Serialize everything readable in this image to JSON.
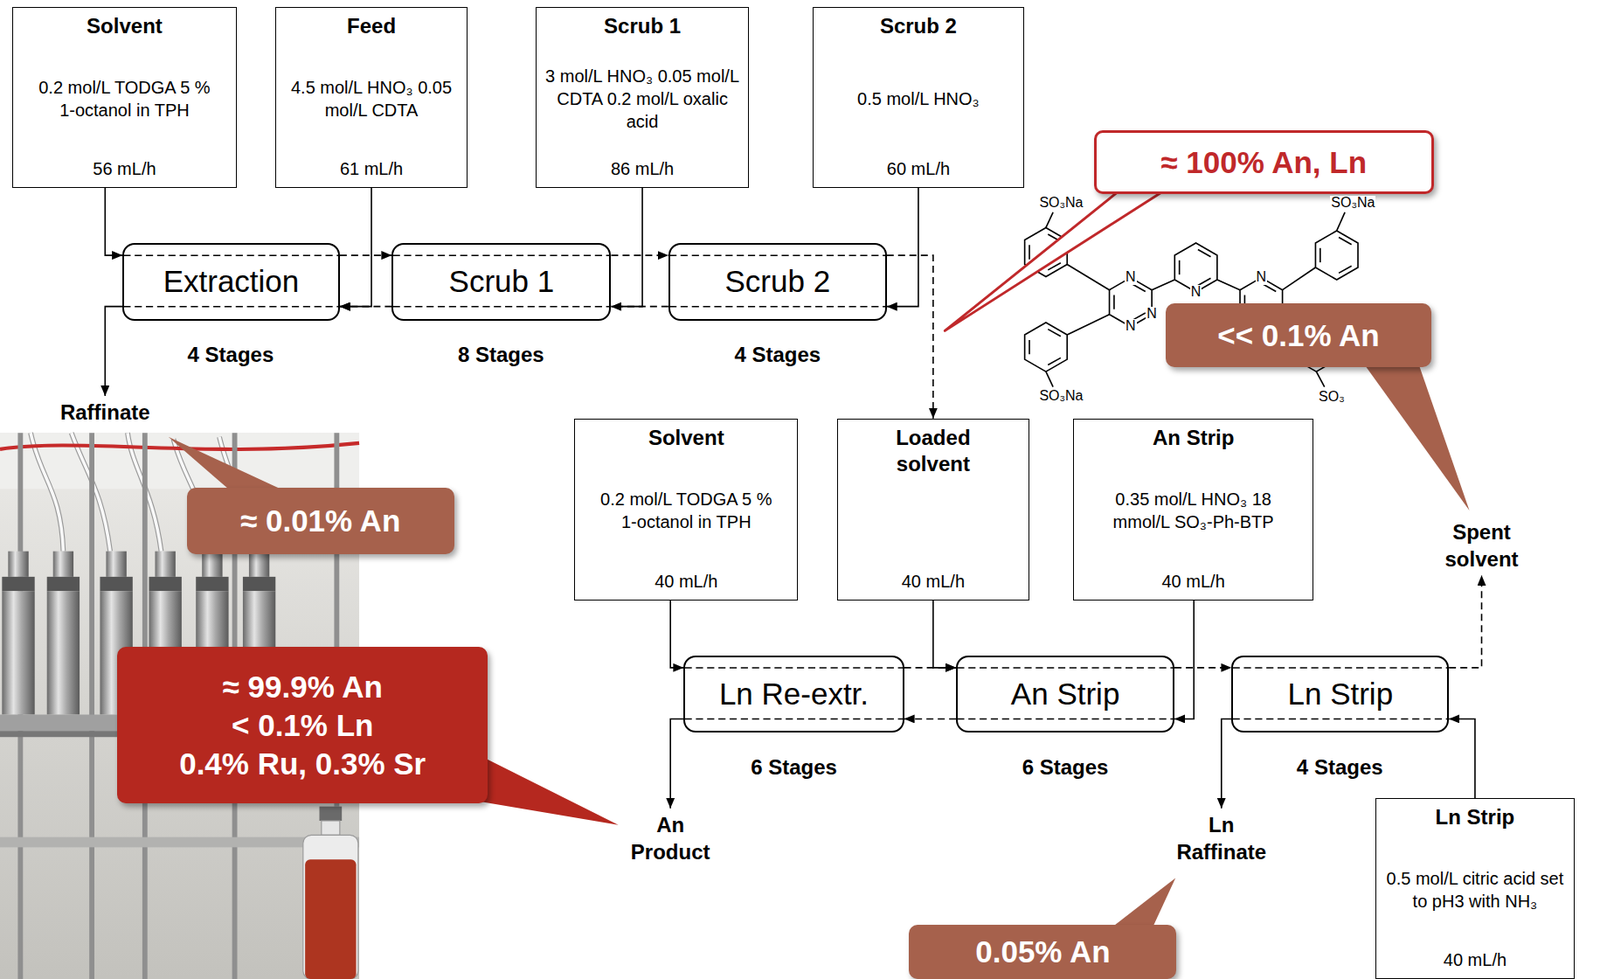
{
  "diagram": {
    "nodes": [
      {
        "text": [
          "Solvent",
          "0.2 mol/L TODGA 5 % 1-octanol in TPH",
          "56 mL/h"
        ]
      },
      {
        "text": [
          "Feed",
          "4.5 mol/L HNO₃ 0.05 mol/L CDTA",
          "61 mL/h"
        ]
      },
      {
        "text": [
          "Scrub 1",
          "3 mol/L HNO₃ 0.05 mol/L CDTA 0.2 mol/L oxalic acid",
          "86 mL/h"
        ]
      },
      {
        "text": [
          "Scrub 2",
          "0.5 mol/L HNO₃",
          "60 mL/h"
        ]
      },
      {
        "text": [
          "Extraction"
        ]
      },
      {
        "text": [
          "Scrub 1"
        ]
      },
      {
        "text": [
          "Scrub 2"
        ]
      },
      {
        "text": [
          "Raffinate"
        ]
      },
      {
        "text": [
          "Solvent",
          "0.2 mol/L TODGA 5 % 1-octanol in TPH",
          "40 mL/h"
        ]
      },
      {
        "text": [
          "Loaded solvent",
          "40 mL/h"
        ]
      },
      {
        "text": [
          "An Strip",
          "0.35 mol/L HNO₃ 18 mmol/L SO₃-Ph-BTP",
          "40 mL/h"
        ]
      },
      {
        "text": [
          "Ln Re-extr."
        ]
      },
      {
        "text": [
          "An Strip"
        ]
      },
      {
        "text": [
          "Ln Strip"
        ]
      },
      {
        "text": [
          "An Product"
        ]
      },
      {
        "text": [
          "Ln Raffinate"
        ]
      },
      {
        "text": [
          "Spent solvent"
        ]
      },
      {
        "text": [
          "Ln Strip",
          "0.5 mol/L citric acid set to pH3 with NH₃",
          "40 mL/h"
        ]
      },
      {
        "text": [
          "≈ 100% An, Ln"
        ]
      },
      {
        "text": [
          "<< 0.1% An"
        ]
      },
      {
        "text": [
          "≈ 0.01% An"
        ]
      },
      {
        "text": [
          "≈ 99.9% An",
          "< 0.1% Ln",
          "0.4% Ru, 0.3% Sr"
        ]
      },
      {
        "text": [
          "0.05% An"
        ]
      }
    ],
    "edges": [
      {
        "from": 0,
        "to": 4,
        "arrow": "to"
      },
      {
        "from": 1,
        "to": 4,
        "arrow": "to"
      },
      {
        "from": 2,
        "to": 5,
        "arrow": "to"
      },
      {
        "from": 3,
        "to": 6,
        "arrow": "to"
      },
      {
        "from": 4,
        "to": 5,
        "arrow": "to"
      },
      {
        "from": 5,
        "to": 6,
        "arrow": "to"
      },
      {
        "from": 6,
        "to": 9,
        "arrow": "to"
      },
      {
        "from": 6,
        "to": 5,
        "arrow": "to"
      },
      {
        "from": 5,
        "to": 4,
        "arrow": "to"
      },
      {
        "from": 4,
        "to": 7,
        "arrow": "to"
      },
      {
        "from": 8,
        "to": 11,
        "arrow": "to"
      },
      {
        "from": 9,
        "to": 12,
        "arrow": "to"
      },
      {
        "from": 11,
        "to": 12,
        "arrow": "to"
      },
      {
        "from": 12,
        "to": 13,
        "arrow": "to"
      },
      {
        "from": 13,
        "to": 16,
        "arrow": "to"
      },
      {
        "from": 10,
        "to": 12,
        "arrow": "to"
      },
      {
        "from": 12,
        "to": 11,
        "arrow": "to"
      },
      {
        "from": 11,
        "to": 14,
        "arrow": "to"
      },
      {
        "from": 17,
        "to": 13,
        "arrow": "to"
      },
      {
        "from": 13,
        "to": 15,
        "arrow": "to"
      }
    ],
    "labels": [
      "4 Stages",
      "8 Stages",
      "4 Stages",
      "SO₃Na",
      "SO₃Na",
      "N",
      "N",
      "N",
      "N",
      "N",
      "SO₃Na",
      "SO₃",
      "6 Stages",
      "6 Stages",
      "4 Stages"
    ]
  }
}
